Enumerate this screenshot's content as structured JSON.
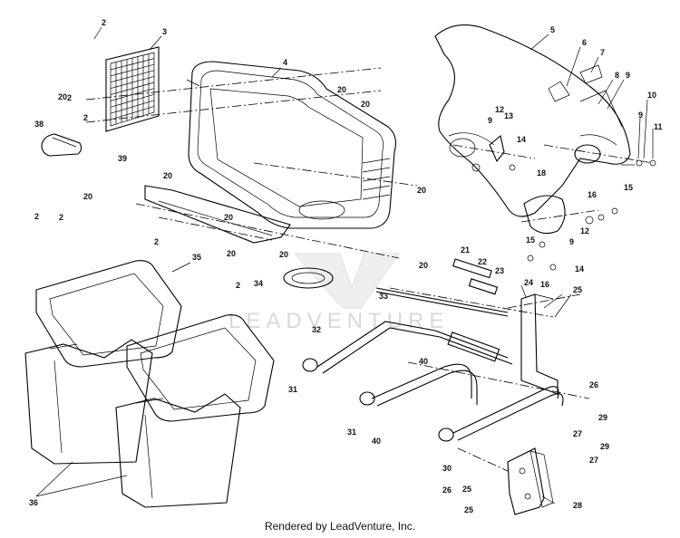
{
  "watermark": "LEADVENTURE",
  "footer": "Rendered by LeadVenture, Inc.",
  "callouts": [
    "2",
    "3",
    "4",
    "20",
    "38",
    "20",
    "2",
    "39",
    "20",
    "20",
    "2",
    "2",
    "20",
    "2",
    "35",
    "34",
    "20",
    "20",
    "5",
    "6",
    "7",
    "8",
    "9",
    "10",
    "12",
    "13",
    "9",
    "11",
    "14",
    "9",
    "18",
    "16",
    "15",
    "12",
    "9",
    "15",
    "14",
    "16",
    "21",
    "22",
    "23",
    "33",
    "24",
    "25",
    "32",
    "40",
    "26",
    "31",
    "31",
    "40",
    "29",
    "29",
    "27",
    "30",
    "27",
    "26",
    "25",
    "25",
    "28",
    "36",
    "20",
    "20",
    "2",
    "2",
    "20"
  ]
}
